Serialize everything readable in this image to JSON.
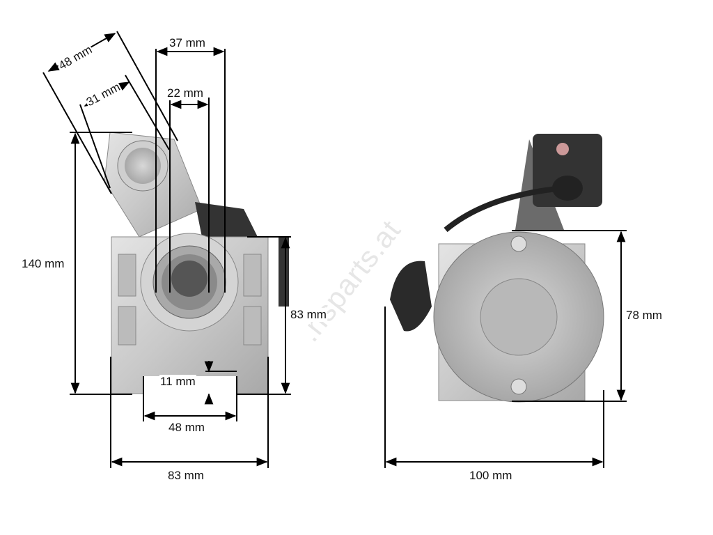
{
  "dimensions": {
    "front_view": {
      "flange_diagonal": "48 mm",
      "solenoid_diagonal": "31 mm",
      "top_width": "37 mm",
      "pinion_width": "22 mm",
      "total_height": "140 mm",
      "flange_height": "83 mm",
      "slot_depth": "11 mm",
      "slot_width": "48 mm",
      "flange_width": "83 mm"
    },
    "side_view": {
      "body_height": "78 mm",
      "body_length": "100 mm"
    }
  },
  "watermark": ".nsparts.at"
}
